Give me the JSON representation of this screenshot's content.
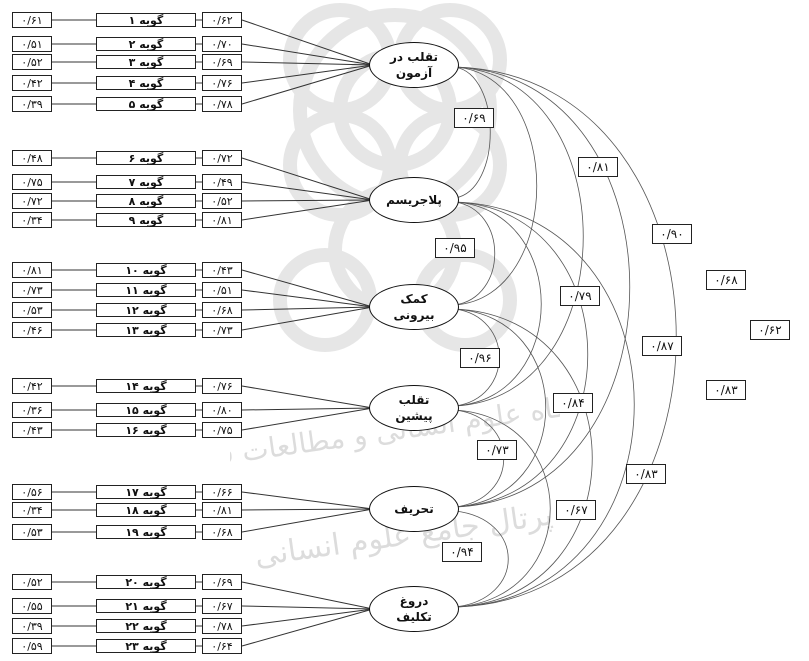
{
  "watermark": {
    "lines": [
      "پژوهشگاه علوم انسانی و مطالعات فرهنگی",
      "پرتال جامع علوم انسانی"
    ]
  },
  "factors": [
    {
      "label": "تقلب در\nآزمون",
      "items": [
        {
          "name": "گویه ۱",
          "error": "۰/۶۱",
          "loading": "۰/۶۲"
        },
        {
          "name": "گویه ۲",
          "error": "۰/۵۱",
          "loading": "۰/۷۰"
        },
        {
          "name": "گویه ۳",
          "error": "۰/۵۲",
          "loading": "۰/۶۹"
        },
        {
          "name": "گویه ۴",
          "error": "۰/۴۲",
          "loading": "۰/۷۶"
        },
        {
          "name": "گویه ۵",
          "error": "۰/۳۹",
          "loading": "۰/۷۸"
        }
      ]
    },
    {
      "label": "پلاجریسم",
      "items": [
        {
          "name": "گویه ۶",
          "error": "۰/۴۸",
          "loading": "۰/۷۲"
        },
        {
          "name": "گویه ۷",
          "error": "۰/۷۵",
          "loading": "۰/۴۹"
        },
        {
          "name": "گویه ۸",
          "error": "۰/۷۲",
          "loading": "۰/۵۲"
        },
        {
          "name": "گویه ۹",
          "error": "۰/۳۴",
          "loading": "۰/۸۱"
        }
      ]
    },
    {
      "label": "کمک\nبیرونی",
      "items": [
        {
          "name": "گویه ۱۰",
          "error": "۰/۸۱",
          "loading": "۰/۴۳"
        },
        {
          "name": "گویه ۱۱",
          "error": "۰/۷۳",
          "loading": "۰/۵۱"
        },
        {
          "name": "گویه ۱۲",
          "error": "۰/۵۳",
          "loading": "۰/۶۸"
        },
        {
          "name": "گویه ۱۳",
          "error": "۰/۴۶",
          "loading": "۰/۷۳"
        }
      ]
    },
    {
      "label": "تقلب\nپیشین",
      "items": [
        {
          "name": "گویه ۱۴",
          "error": "۰/۴۲",
          "loading": "۰/۷۶"
        },
        {
          "name": "گویه ۱۵",
          "error": "۰/۳۶",
          "loading": "۰/۸۰"
        },
        {
          "name": "گویه ۱۶",
          "error": "۰/۴۳",
          "loading": "۰/۷۵"
        }
      ]
    },
    {
      "label": "تحریف",
      "items": [
        {
          "name": "گویه ۱۷",
          "error": "۰/۵۶",
          "loading": "۰/۶۶"
        },
        {
          "name": "گویه ۱۸",
          "error": "۰/۳۴",
          "loading": "۰/۸۱"
        },
        {
          "name": "گویه ۱۹",
          "error": "۰/۵۳",
          "loading": "۰/۶۸"
        }
      ]
    },
    {
      "label": "دروغ\nتکلیف",
      "items": [
        {
          "name": "گویه ۲۰",
          "error": "۰/۵۲",
          "loading": "۰/۶۹"
        },
        {
          "name": "گویه ۲۱",
          "error": "۰/۵۵",
          "loading": "۰/۶۷"
        },
        {
          "name": "گویه ۲۲",
          "error": "۰/۳۹",
          "loading": "۰/۷۸"
        },
        {
          "name": "گویه ۲۳",
          "error": "۰/۵۹",
          "loading": "۰/۶۴"
        }
      ]
    }
  ],
  "correlations": [
    {
      "from": 0,
      "to": 1,
      "value": "۰/۶۹"
    },
    {
      "from": 1,
      "to": 2,
      "value": "۰/۹۵"
    },
    {
      "from": 2,
      "to": 3,
      "value": "۰/۹۶"
    },
    {
      "from": 3,
      "to": 4,
      "value": "۰/۷۳"
    },
    {
      "from": 4,
      "to": 5,
      "value": "۰/۹۴"
    },
    {
      "from": 0,
      "to": 2,
      "value": "۰/۸۱"
    },
    {
      "from": 0,
      "to": 3,
      "value": "۰/۹۰"
    },
    {
      "from": 0,
      "to": 4,
      "value": "۰/۶۸"
    },
    {
      "from": 0,
      "to": 5,
      "value": "۰/۶۲"
    },
    {
      "from": 1,
      "to": 3,
      "value": "۰/۷۹"
    },
    {
      "from": 1,
      "to": 4,
      "value": "۰/۸۷"
    },
    {
      "from": 1,
      "to": 5,
      "value": "۰/۸۳"
    },
    {
      "from": 2,
      "to": 4,
      "value": "۰/۸۴"
    },
    {
      "from": 2,
      "to": 5,
      "value": "۰/۸۳"
    },
    {
      "from": 3,
      "to": 5,
      "value": "۰/۶۷"
    }
  ]
}
